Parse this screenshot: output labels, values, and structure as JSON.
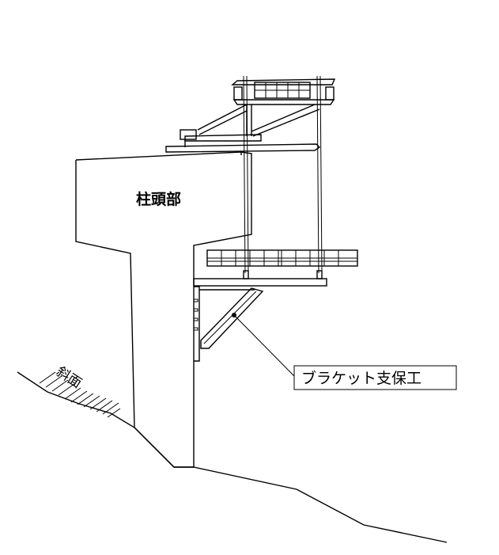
{
  "labels": {
    "pier_head": "柱頭部",
    "slope": "斜面",
    "bracket": "ブラケット支保工"
  },
  "colors": {
    "line": "#000000",
    "background": "#ffffff"
  }
}
